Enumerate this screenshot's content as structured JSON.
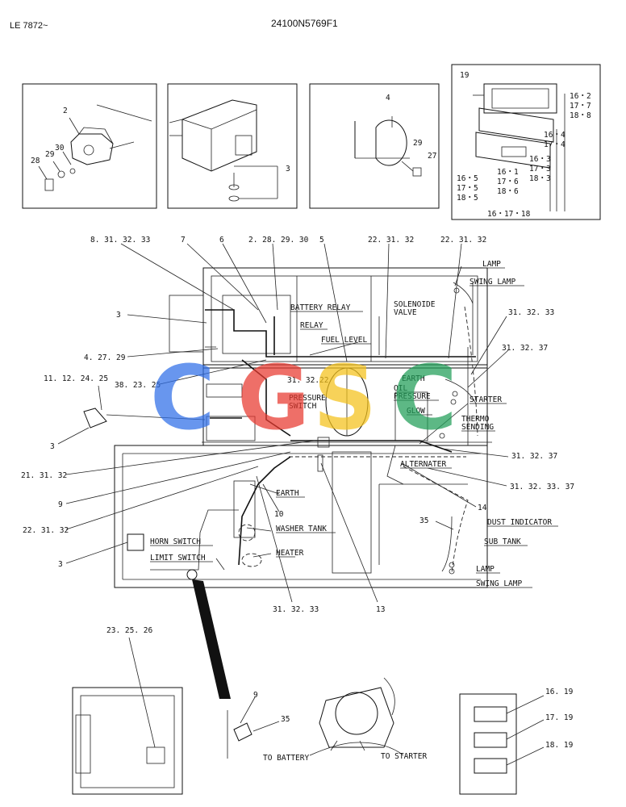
{
  "header": {
    "left": "LE 7872~",
    "center": "24100N5769F1"
  },
  "watermark": {
    "letters": [
      "C",
      "G",
      "S",
      "C"
    ],
    "colors": [
      "#2f6fe8",
      "#e8392f",
      "#f5c21a",
      "#1f9d57"
    ]
  },
  "insets": {
    "inset1": [
      "2",
      "30",
      "29",
      "28"
    ],
    "inset2": [
      "3"
    ],
    "inset3": [
      "4",
      "29",
      "27"
    ],
    "inset4": [
      "19",
      "16・2",
      "17・7",
      "18・8",
      "16・4",
      "17・4",
      "16・3",
      "17・3",
      "18・3",
      "16・5",
      "17・5",
      "18・5",
      "16・1",
      "17・6",
      "18・6",
      "16・17・18"
    ]
  },
  "callouts": {
    "c_8_31": "8. 31. 32. 33",
    "c_7": "7",
    "c_6": "6",
    "c_2_28": "2. 28. 29. 30",
    "c_5": "5",
    "c_22a": "22. 31. 32",
    "c_22b": "22. 31. 32",
    "c_3a": "3",
    "c_4_27": "4. 27. 29",
    "c_38": "38. 23. 25",
    "c_11": "11. 12. 24. 25",
    "c_3b": "3",
    "c_21": "21. 31. 32",
    "c_9": "9",
    "c_22c": "22. 31. 32",
    "c_3c": "3",
    "c_31b": "31. 32. 33",
    "c_10": "10",
    "c_13": "13",
    "c_31a": "31. 32. 33",
    "c_31_37a": "31. 32. 37",
    "c_31_37b": "31. 32. 37",
    "c_31_33_37": "31. 32. 33. 37",
    "c_14": "14",
    "c_35": "35",
    "c_31_22": "31. 32.22"
  },
  "labels": {
    "battery_relay": "BATTERY RELAY",
    "relay": "RELAY",
    "fuel_level": "FUEL LEVEL",
    "solenoide1": "SOLENOIDE",
    "solenoide2": "VALVE",
    "lamp1": "LAMP",
    "swing_lamp1": "SWING LAMP",
    "earth1": "EARTH",
    "oil1": "OIL",
    "oil2": "PRESSURE",
    "starter": "STARTER",
    "glow": "GLOW",
    "thermo1": "THERMO",
    "thermo2": "SENDING",
    "pressure1": "PRESSURE",
    "pressure2": "SWITCH",
    "alternater": "ALTERNATER",
    "earth2": "EARTH",
    "washer": "WASHER TANK",
    "heater": "HEATER",
    "horn": "HORN SWITCH",
    "limit": "LIMIT SWITCH",
    "dust": "DUST INDICATOR",
    "subtank": "SUB TANK",
    "lamp2": "LAMP",
    "swing_lamp2": "SWING LAMP"
  },
  "bottom": {
    "c_23": "23. 25. 26",
    "c_9b": "9",
    "c_35b": "35",
    "to_battery": "TO BATTERY",
    "to_starter": "TO STARTER",
    "c_16": "16. 19",
    "c_17": "17. 19",
    "c_18": "18. 19"
  }
}
